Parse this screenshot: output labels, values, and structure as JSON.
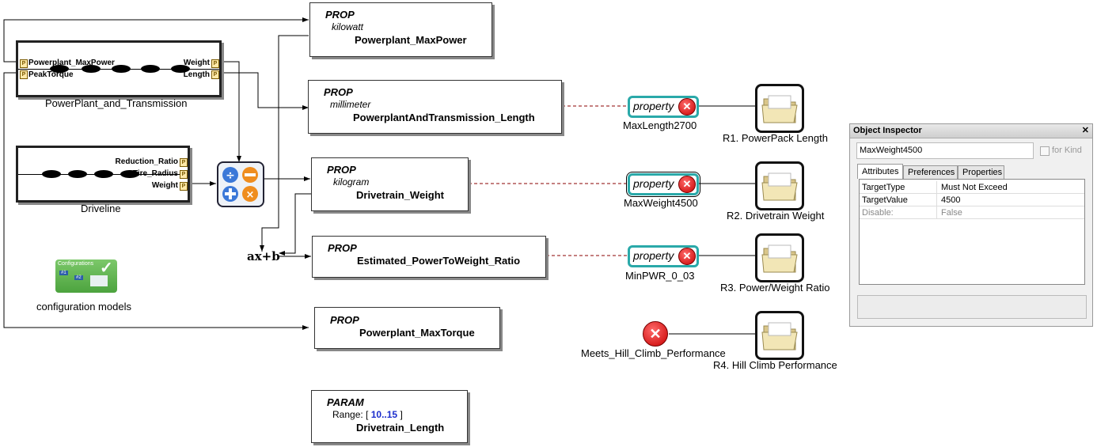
{
  "props": {
    "p1": {
      "keyword": "PROP",
      "unit": "kilowatt",
      "name": "Powerplant_MaxPower"
    },
    "p2": {
      "keyword": "PROP",
      "unit": "millimeter",
      "name": "PowerplantAndTransmission_Length"
    },
    "p3": {
      "keyword": "PROP",
      "unit": "kilogram",
      "name": "Drivetrain_Weight"
    },
    "p4": {
      "keyword": "PROP",
      "name": "Estimated_PowerToWeight_Ratio"
    },
    "p5": {
      "keyword": "PROP",
      "name": "Powerplant_MaxTorque"
    }
  },
  "param": {
    "keyword": "PARAM",
    "range_label": "Range: [",
    "range_value": "10..15",
    "range_end": "]",
    "name": "Drivetrain_Length"
  },
  "components": {
    "powerplant": {
      "label": "PowerPlant_and_Transmission",
      "ports_left": [
        "Powerplant_MaxPower",
        "PeakTorque"
      ],
      "ports_right": [
        "Weight",
        "Length"
      ]
    },
    "driveline": {
      "label": "Driveline",
      "ports_right": [
        "Reduction_Ratio",
        "Tire_Radius",
        "Weight"
      ]
    }
  },
  "operators": {
    "formula": "ax+b"
  },
  "config": {
    "title": "Configurations",
    "label": "configuration models",
    "badge1": "#1",
    "badge2": "#2"
  },
  "port_icon": "P",
  "property_word": "property",
  "x_glyph": "✕",
  "constraints": [
    {
      "name": "MaxLength2700"
    },
    {
      "name": "MaxWeight4500"
    },
    {
      "name": "MinPWR_0_03"
    },
    {
      "name": "Meets_Hill_Climb_Performance"
    }
  ],
  "requirements": [
    {
      "label": "R1. PowerPack Length"
    },
    {
      "label": "R2. Drivetrain Weight"
    },
    {
      "label": "R3. Power/Weight Ratio"
    },
    {
      "label": "R4. Hill Climb Performance"
    }
  ],
  "inspector": {
    "title": "Object Inspector",
    "close": "✕",
    "object_name": "MaxWeight4500",
    "for_kind": "for Kind",
    "tabs": [
      "Attributes",
      "Preferences",
      "Properties"
    ],
    "rows": [
      {
        "key": "TargetType",
        "value": "Must Not Exceed"
      },
      {
        "key": "TargetValue",
        "value": "4500"
      },
      {
        "key": "Disable:",
        "value": "False"
      }
    ]
  },
  "colors": {
    "link": "#8b0000",
    "constraint_border": "#2aa9a9",
    "error": "#c80000",
    "param_value": "#1a2ccc"
  }
}
